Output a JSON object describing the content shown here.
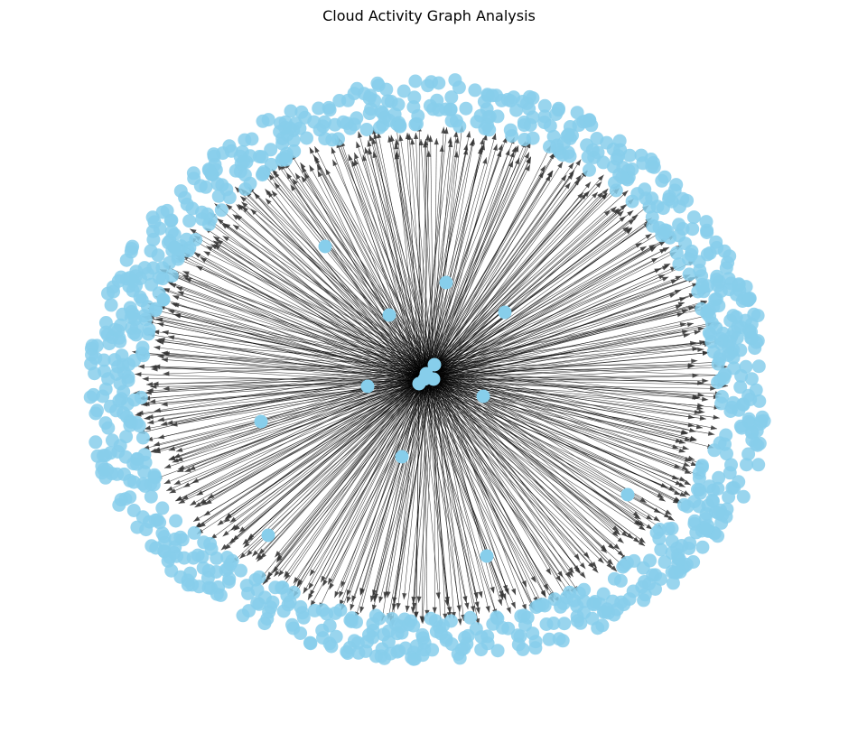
{
  "title": "Cloud Activity Graph Analysis",
  "graph": {
    "layout": "spring",
    "directed": true,
    "node_color": "#87ceeb",
    "edge_color": "#000000",
    "arrow_color": "#333333",
    "hub_count": 5,
    "inner_nodes": 13,
    "outer_ring_nodes": 900,
    "edge_count": 650
  }
}
